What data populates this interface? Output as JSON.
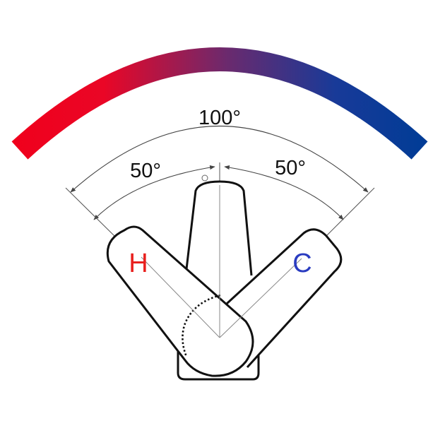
{
  "diagram": {
    "total_angle_label": "100°",
    "left_angle_label": "50°",
    "right_angle_label": "50°",
    "hot_label": "H",
    "cold_label": "C",
    "colors": {
      "hot": "#f0001c",
      "cold": "#003c96",
      "mix": "#6a2a6e",
      "hot_label": "#e8201e",
      "cold_label": "#2a3cc0",
      "outline": "#111111",
      "dimension": "#444444"
    }
  }
}
